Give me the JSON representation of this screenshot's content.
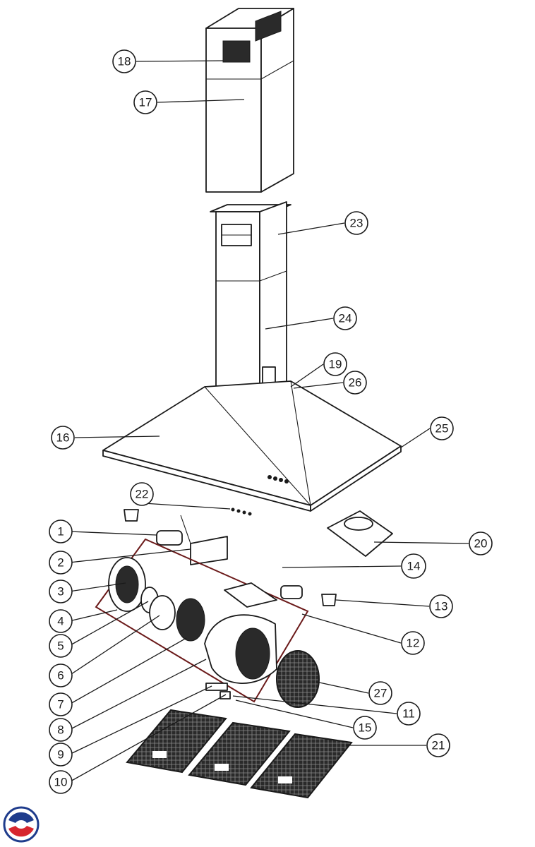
{
  "colors": {
    "line": "#1a1a1a",
    "group_outline": "#6b1a1a",
    "logo_red": "#d7262e",
    "logo_blue": "#1f3c8c"
  },
  "diagram": {
    "type": "exploded-parts-diagram",
    "callouts": [
      {
        "id": "18",
        "label": "18"
      },
      {
        "id": "17",
        "label": "17"
      },
      {
        "id": "23",
        "label": "23"
      },
      {
        "id": "24",
        "label": "24"
      },
      {
        "id": "19",
        "label": "19"
      },
      {
        "id": "26",
        "label": "26"
      },
      {
        "id": "16",
        "label": "16"
      },
      {
        "id": "25",
        "label": "25"
      },
      {
        "id": "22",
        "label": "22"
      },
      {
        "id": "1",
        "label": "1"
      },
      {
        "id": "20",
        "label": "20"
      },
      {
        "id": "2",
        "label": "2"
      },
      {
        "id": "14",
        "label": "14"
      },
      {
        "id": "3",
        "label": "3"
      },
      {
        "id": "13",
        "label": "13"
      },
      {
        "id": "4",
        "label": "4"
      },
      {
        "id": "12",
        "label": "12"
      },
      {
        "id": "5",
        "label": "5"
      },
      {
        "id": "6",
        "label": "6"
      },
      {
        "id": "27",
        "label": "27"
      },
      {
        "id": "7",
        "label": "7"
      },
      {
        "id": "11",
        "label": "11"
      },
      {
        "id": "8",
        "label": "8"
      },
      {
        "id": "15",
        "label": "15"
      },
      {
        "id": "21",
        "label": "21"
      },
      {
        "id": "9",
        "label": "9"
      },
      {
        "id": "10",
        "label": "10"
      }
    ]
  },
  "logo": {
    "icon": "brand-logo-icon"
  }
}
